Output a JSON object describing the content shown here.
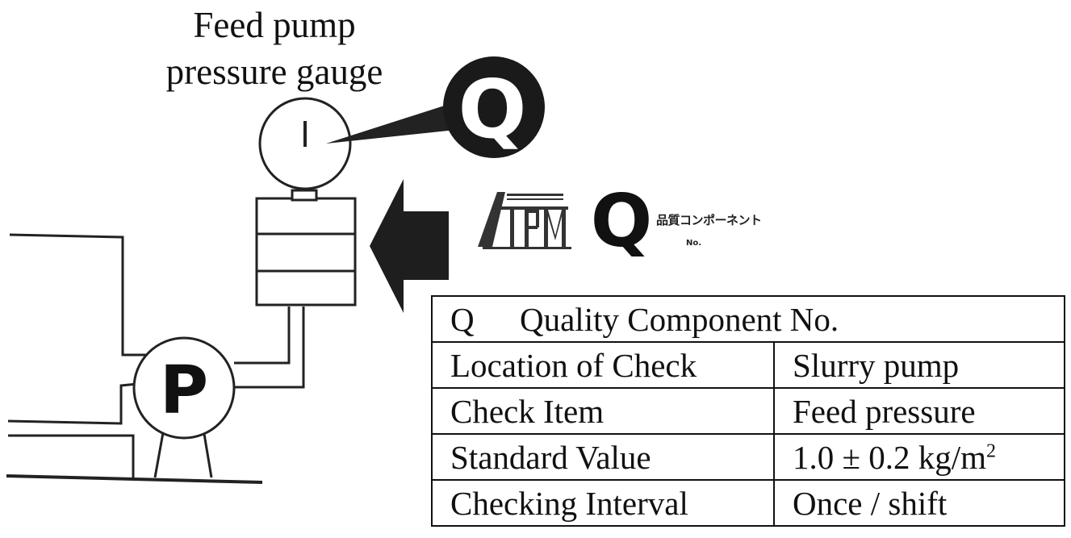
{
  "gauge_label": {
    "line1": "Feed pump",
    "line2": "pressure gauge"
  },
  "callout_letter": "Q",
  "pump_letter": "P",
  "badge": {
    "tpm_text": "TPM",
    "q_letter": "Q",
    "japanese_text": "品質コンポーネント",
    "no_text": "No."
  },
  "table": {
    "title_q": "Q",
    "title": "Quality Component No.",
    "rows": [
      {
        "label": "Location of Check",
        "value": "Slurry pump"
      },
      {
        "label": "Check Item",
        "value": "Feed pressure"
      },
      {
        "label": "Standard Value",
        "value": "1.0 ± 0.2 kg/m",
        "sup": "2"
      },
      {
        "label": "Checking Interval",
        "value": "Once / shift"
      }
    ]
  }
}
